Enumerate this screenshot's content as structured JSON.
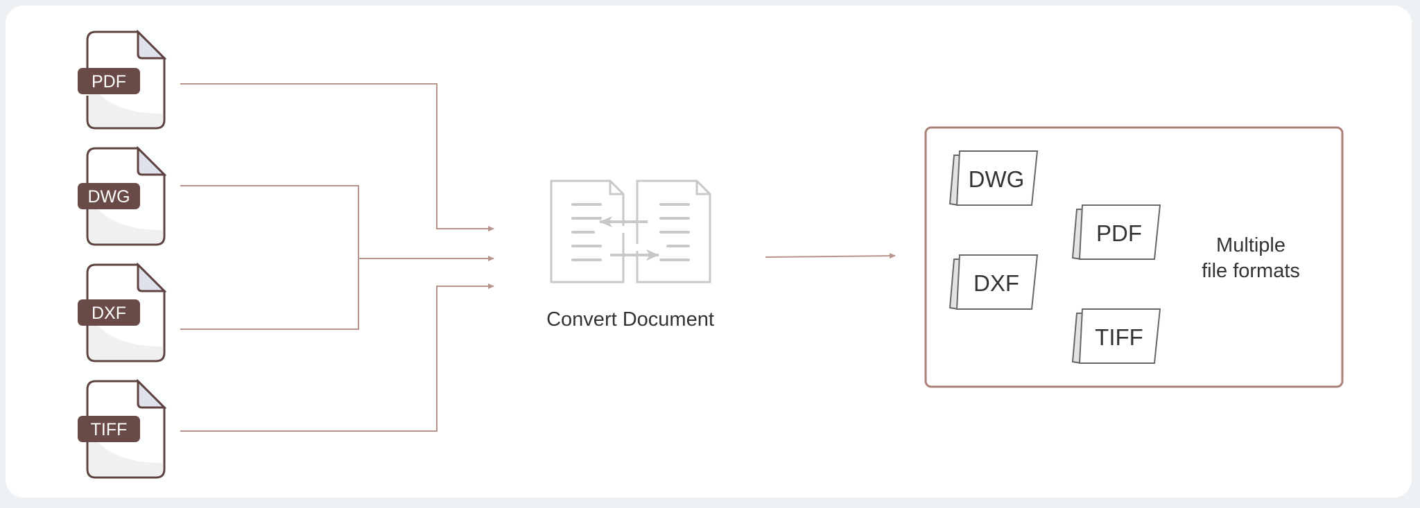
{
  "colors": {
    "line": "#b8958c",
    "file_outline": "#5c4340",
    "badge": "#6a4a46",
    "badge_text": "#ffffff",
    "doc_gray": "#c8c8c8",
    "output_border": "#a98078",
    "text_dark": "#333333"
  },
  "inputs": [
    {
      "label": "PDF",
      "icon": "file-icon"
    },
    {
      "label": "DWG",
      "icon": "file-icon"
    },
    {
      "label": "DXF",
      "icon": "file-icon"
    },
    {
      "label": "TIFF",
      "icon": "file-icon"
    }
  ],
  "converter": {
    "label": "Convert Document",
    "icon": "convert-documents-icon"
  },
  "output": {
    "formats": [
      "DWG",
      "PDF",
      "DXF",
      "TIFF"
    ],
    "caption_line1": "Multiple",
    "caption_line2": "file formats"
  }
}
